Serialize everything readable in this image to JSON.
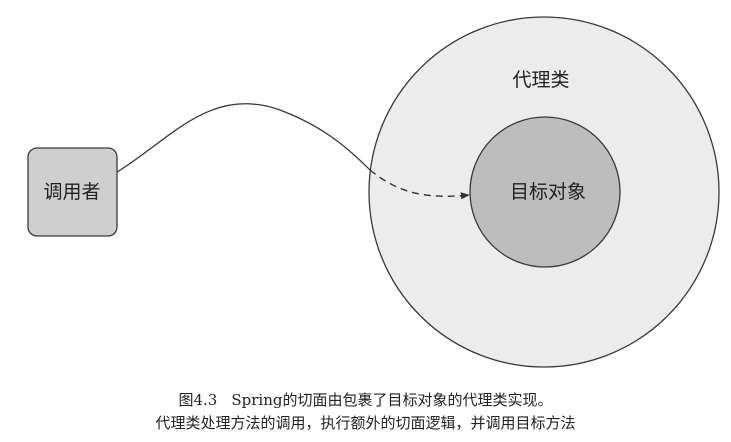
{
  "diagram": {
    "caller_label": "调用者",
    "proxy_label": "代理类",
    "target_label": "目标对象"
  },
  "caption": {
    "figure_number": "图4.3",
    "line1": "Spring的切面由包裹了目标对象的代理类实现。",
    "line2": "代理类处理方法的调用，执行额外的切面逻辑，并调用目标方法"
  },
  "colors": {
    "outline": "#3a3a3a",
    "caller_fill": "#cfcfcf",
    "proxy_fill": "#ececec",
    "target_fill": "#bdbdbd",
    "text": "#222222"
  }
}
